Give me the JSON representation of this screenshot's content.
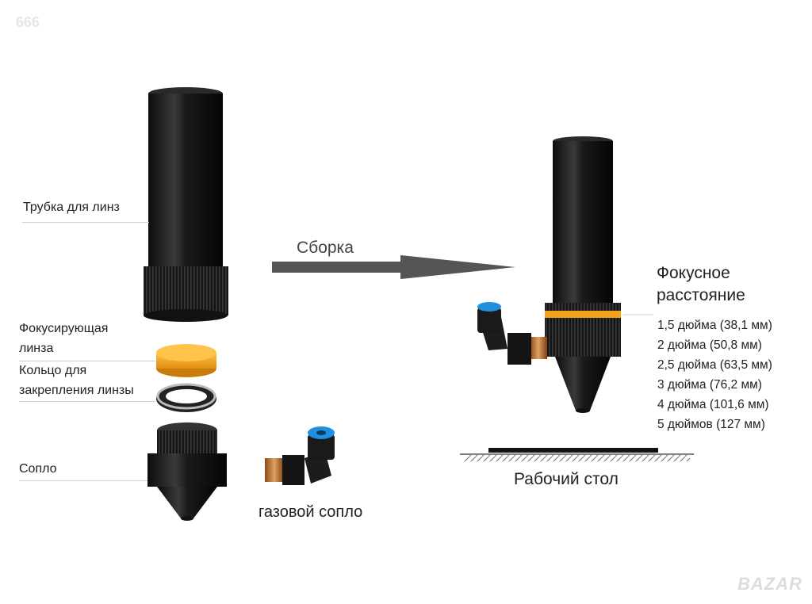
{
  "watermark": "666",
  "brand": "BAZAR",
  "labels": {
    "lens_tube": "Трубка для линз",
    "focus_lens_1": "Фокусирующая",
    "focus_lens_2": "линза",
    "ring_1": "Кольцо для",
    "ring_2": "закрепления линзы",
    "nozzle": "Сопло",
    "gas_nozzle": "газовой сопло",
    "assembly": "Сборка",
    "focal_title_1": "Фокусное",
    "focal_title_2": "расстояние",
    "work_table": "Рабочий стол"
  },
  "focal_distances": [
    "1,5 дюйма (38,1 мм)",
    "2 дюйма (50,8 мм)",
    "2,5 дюйма (63,5 мм)",
    "3 дюйма (76,2 мм)",
    "4 дюйма (101,6 мм)",
    "5 дюймов (127 мм)"
  ],
  "colors": {
    "tube_black": "#1b1b1b",
    "lens_amber": "#f2a21c",
    "fitting_blue": "#1f8fe0",
    "brass": "#c87a3a",
    "arrow_gray": "#555555"
  },
  "icons": {
    "arrow": "assembly-arrow-icon",
    "table": "work-table-icon"
  }
}
